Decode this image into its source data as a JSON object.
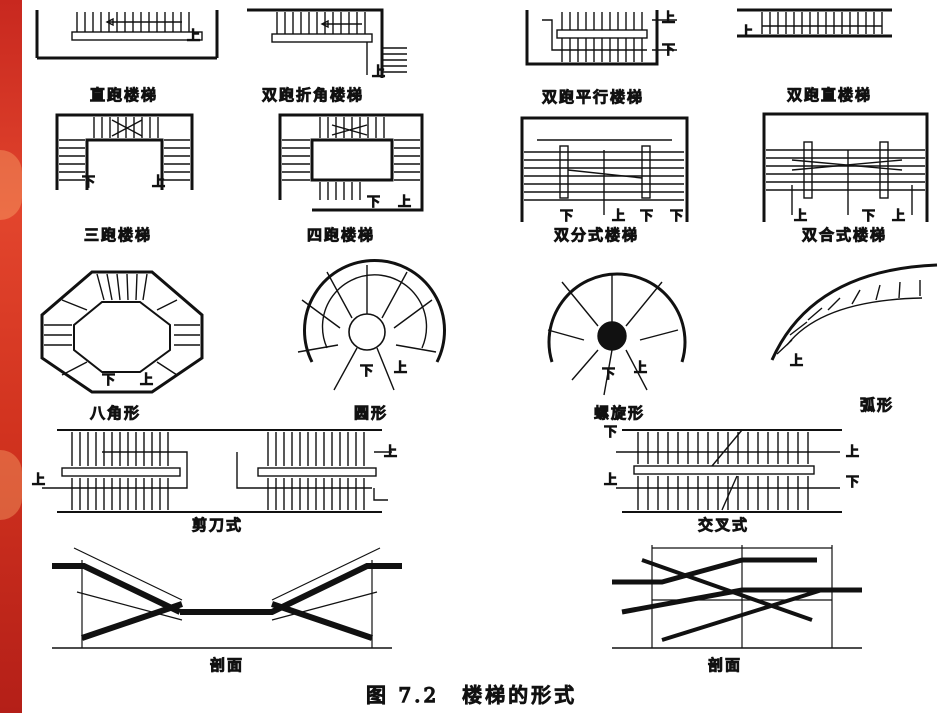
{
  "labels": {
    "straight": "直跑楼梯",
    "double_turn": "双跑折角楼梯",
    "double_parallel": "双跑平行楼梯",
    "double_straight": "双跑直楼梯",
    "three_run": "三跑楼梯",
    "four_run": "四跑楼梯",
    "split": "双分式楼梯",
    "merge": "双合式楼梯",
    "octagon": "八角形",
    "circle": "圆形",
    "spiral": "螺旋形",
    "arc": "弧形",
    "scissor": "剪刀式",
    "cross": "交叉式",
    "section": "剖面"
  },
  "marks": {
    "up": "上",
    "down": "下"
  },
  "caption": "图 7.2　楼梯的形式",
  "colors": {
    "accent": "#d2331f",
    "ink": "#111111"
  }
}
